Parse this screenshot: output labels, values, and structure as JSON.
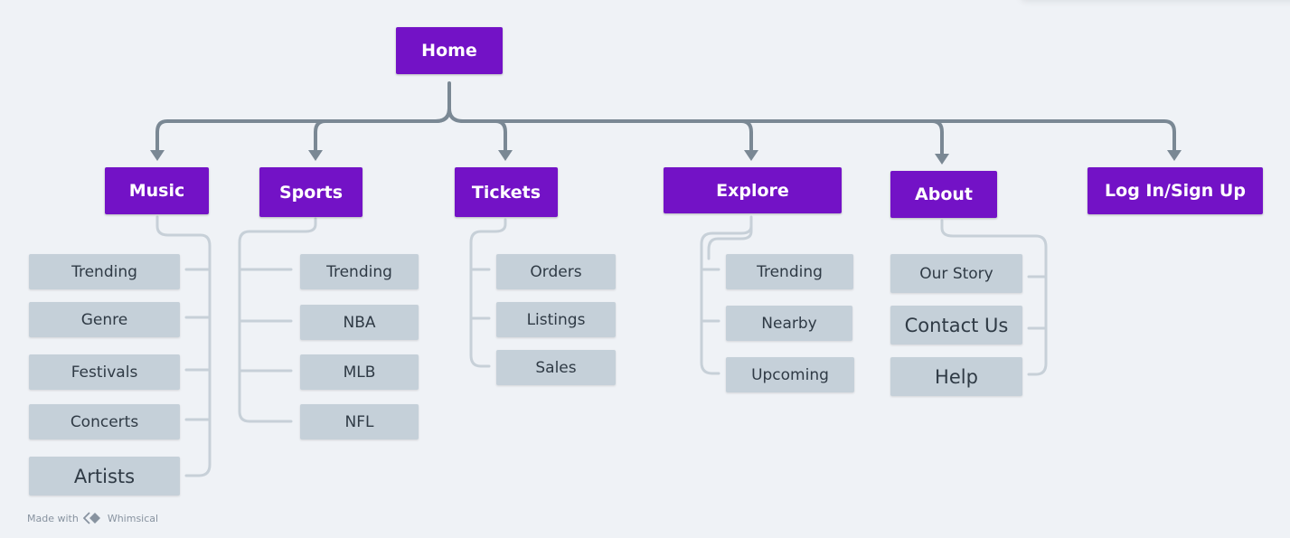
{
  "root": {
    "label": "Home"
  },
  "sections": [
    {
      "id": "music",
      "label": "Music",
      "children": [
        "Trending",
        "Genre",
        "Festivals",
        "Concerts",
        "Artists"
      ]
    },
    {
      "id": "sports",
      "label": "Sports",
      "children": [
        "Trending",
        "NBA",
        "MLB",
        "NFL"
      ]
    },
    {
      "id": "tickets",
      "label": "Tickets",
      "children": [
        "Orders",
        "Listings",
        "Sales"
      ]
    },
    {
      "id": "explore",
      "label": "Explore",
      "children": [
        "Trending",
        "Nearby",
        "Upcoming"
      ]
    },
    {
      "id": "about",
      "label": "About",
      "children": [
        "Our Story",
        "Contact Us",
        "Help"
      ]
    },
    {
      "id": "login",
      "label": "Log In/Sign Up",
      "children": []
    }
  ],
  "watermark": {
    "prefix": "Made with",
    "brand": "Whimsical",
    "icon": "whimsical-logo-icon"
  },
  "colors": {
    "primary": "#7312c6",
    "secondary": "#c5d0d9",
    "connector": "#7a8894",
    "bracket": "#c7d0d8",
    "background": "#eff2f6"
  }
}
